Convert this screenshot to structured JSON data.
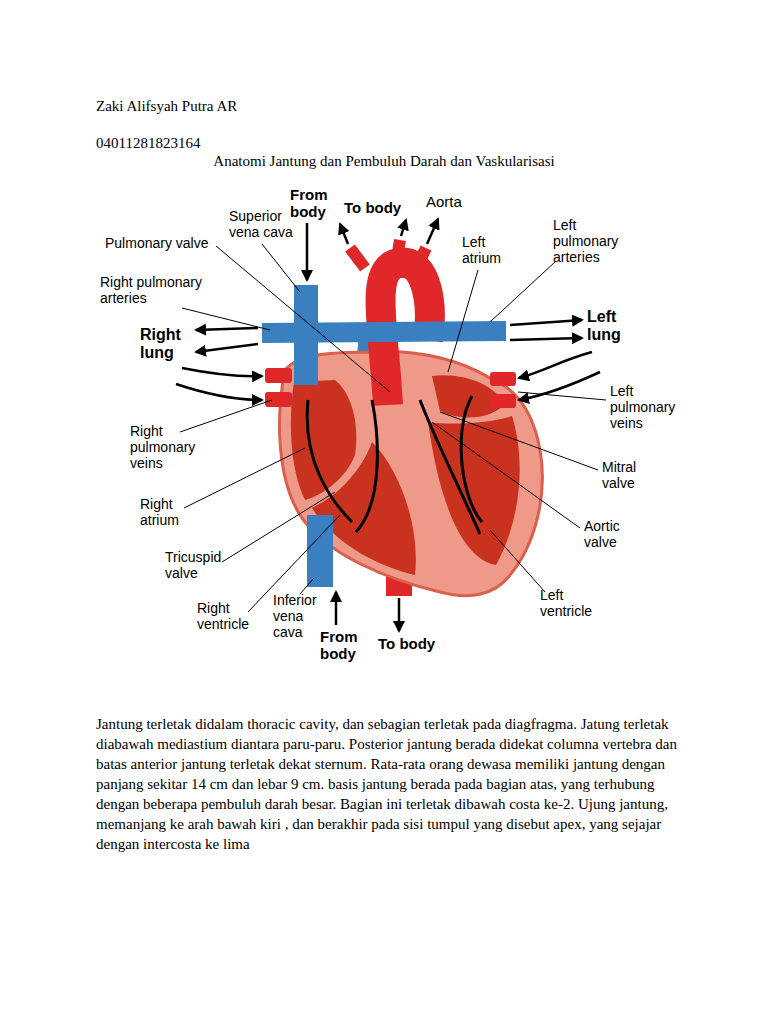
{
  "diagram": {
    "title": "Anatomi Jantung dan Pembuluh Darah dan Vaskularisasi",
    "labels": [
      "Zaki Alifsyah Putra AR",
      "04011281823164",
      "From body",
      "To body",
      "Aorta",
      "Superior vena cava",
      "Pulmonary valve",
      "Left atrium",
      "Left pulmonary arteries",
      "Right pulmonary arteries",
      "Right lung",
      "Left lung",
      "Left pulmonary veins",
      "Right pulmonary veins",
      "Mitral valve",
      "Right atrium",
      "Aortic valve",
      "Tricuspid valve",
      "Left ventricle",
      "Right ventricle",
      "Inferior vena cava",
      "From body",
      "To body",
      "Jantung terletak didalam thoracic cavity, dan sebagian terletak pada diagfragma. Jatung terletak diabawah mediastium diantara paru-paru. Posterior jantung berada didekat columna vertebra dan batas anterior jantung terletak dekat sternum. Rata-rata orang dewasa memiliki jantung dengan panjang sekitar 14 cm dan lebar 9 cm. basis jantung berada pada bagian atas, yang terhubung dengan beberapa pembuluh darah besar. Bagian ini terletak dibawah costa ke-2. Ujung jantung, memanjang ke arah bawah kiri , dan berakhir pada sisi tumpul yang disebut apex, yang sejajar dengan intercosta ke lima"
    ]
  }
}
